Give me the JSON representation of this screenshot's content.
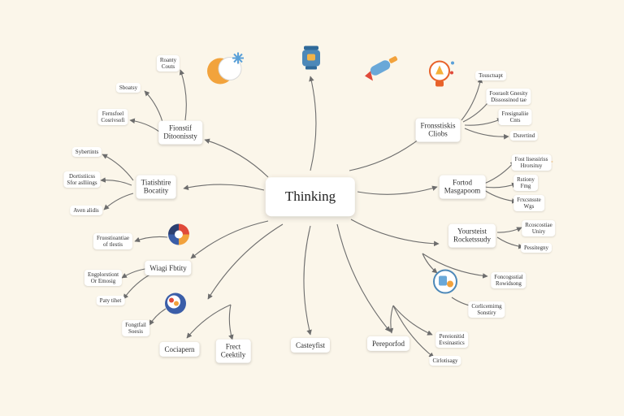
{
  "center": {
    "label": "Thinking"
  },
  "main_nodes": [
    {
      "id": "upper-left",
      "label": "Fionstif\nDitoonissty"
    },
    {
      "id": "left",
      "label": "Tiatishtire\nBocatity"
    },
    {
      "id": "left-lower",
      "label": "Wiagi Fbtity"
    },
    {
      "id": "bottom-left",
      "label": "Cociapern"
    },
    {
      "id": "bottom-mid-left",
      "label": "Frect\nCeektily"
    },
    {
      "id": "bottom-center",
      "label": "Casteyfist"
    },
    {
      "id": "bottom-right",
      "label": "Pereporfod"
    },
    {
      "id": "right-upper",
      "label": "Fronsstiskis\nCliobs"
    },
    {
      "id": "right",
      "label": "Fortod\nMasgapoom"
    },
    {
      "id": "right-lower",
      "label": "Yoursteist\nRocketssudy"
    }
  ],
  "sub_nodes": [
    {
      "id": "s1",
      "label": "Roanty\nCouts"
    },
    {
      "id": "s2",
      "label": "Sboatsy"
    },
    {
      "id": "s3",
      "label": "Fernsfoel\nCosrivsofi"
    },
    {
      "id": "s4",
      "label": "Sybertints"
    },
    {
      "id": "s5",
      "label": "Dortistiicss\nSfor aslliings"
    },
    {
      "id": "s6",
      "label": "Aven alidis"
    },
    {
      "id": "s7",
      "label": "Fruostioantiae\nof tlestis"
    },
    {
      "id": "s8",
      "label": "Engplorstiont\nOr Emosig"
    },
    {
      "id": "s9",
      "label": "Paty tihet"
    },
    {
      "id": "s10",
      "label": "Fongtfail\nSoesis"
    },
    {
      "id": "s11",
      "label": "Pereionitid\nEvsinastics"
    },
    {
      "id": "s12",
      "label": "Cirlotisagy"
    },
    {
      "id": "s13",
      "label": "Tousctsapt"
    },
    {
      "id": "s14",
      "label": "Fooraolt Gnesity\nDissossinod tae"
    },
    {
      "id": "s15",
      "label": "Fresignaliie\nCnts"
    },
    {
      "id": "s16",
      "label": "Dsrertind"
    },
    {
      "id": "s17",
      "label": "Fost lisessiriss\nHrorsituy"
    },
    {
      "id": "s18",
      "label": "Rstiony\nFmg"
    },
    {
      "id": "s19",
      "label": "Frxcsnsste\nWgs"
    },
    {
      "id": "s20",
      "label": "Rcoscostiae\nUniry"
    },
    {
      "id": "s21",
      "label": "Pessitegny"
    },
    {
      "id": "s22",
      "label": "Foncogsstial\nRowidsong"
    },
    {
      "id": "s23",
      "label": "Corlicemirng\nSonstiry"
    }
  ],
  "icons": [
    {
      "id": "sun-moon-icon",
      "colors": [
        "#f2a33c",
        "#ffffff",
        "#5aa0d8"
      ]
    },
    {
      "id": "lantern-icon",
      "colors": [
        "#4c88b8",
        "#f2b44a"
      ]
    },
    {
      "id": "telescope-icon",
      "colors": [
        "#6aa8d8",
        "#e04a3a",
        "#f2a23c"
      ]
    },
    {
      "id": "lightbulb-icon",
      "colors": [
        "#e8622a",
        "#f5b13a"
      ]
    },
    {
      "id": "color-wheel-icon",
      "colors": [
        "#3b5ea8",
        "#e04a3a",
        "#f2a23c",
        "#ffffff"
      ]
    },
    {
      "id": "palette-icon",
      "colors": [
        "#3b5ea8",
        "#e04a3a",
        "#f2a23c"
      ]
    },
    {
      "id": "tools-icon",
      "colors": [
        "#4c88b8",
        "#f2a23c"
      ]
    },
    {
      "id": "spark-icon",
      "colors": [
        "#f2a23c"
      ]
    }
  ],
  "colors": {
    "background": "#fbf6ea",
    "line": "#6d6d6d",
    "node": "#ffffff"
  }
}
